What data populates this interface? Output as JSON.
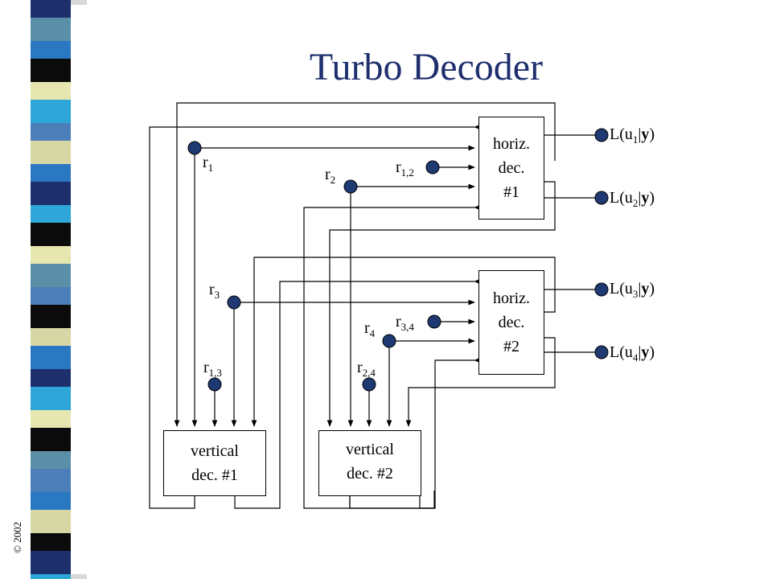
{
  "title": "Turbo Decoder",
  "copyright": "© 2002",
  "colors": {
    "node_fill": "#1f3a73",
    "title": "#1f2f6e",
    "stripe": [
      "#1e2f6e",
      "#5b8fa8",
      "#2b78c2",
      "#0b0b0b",
      "#e6e6b0",
      "#2fa6d8",
      "#4c7fb8",
      "#d7d7a6"
    ]
  },
  "inputs": {
    "r1": {
      "base": "r",
      "sub": "1"
    },
    "r2": {
      "base": "r",
      "sub": "2"
    },
    "r12": {
      "base": "r",
      "sub": "1,2"
    },
    "r3": {
      "base": "r",
      "sub": "3"
    },
    "r4": {
      "base": "r",
      "sub": "4"
    },
    "r34": {
      "base": "r",
      "sub": "3,4"
    },
    "r13": {
      "base": "r",
      "sub": "1,3"
    },
    "r24": {
      "base": "r",
      "sub": "2,4"
    }
  },
  "decoders": {
    "horiz1": {
      "line1": "horiz.",
      "line2": "dec.",
      "line3": "#1"
    },
    "horiz2": {
      "line1": "horiz.",
      "line2": "dec.",
      "line3": "#2"
    },
    "vert1": {
      "line1": "vertical",
      "line2": "dec. #1"
    },
    "vert2": {
      "line1": "vertical",
      "line2": "dec. #2"
    }
  },
  "outputs": {
    "u1": {
      "pre": "L(u",
      "sub": "1",
      "mid": "|",
      "y": "y",
      "post": ")"
    },
    "u2": {
      "pre": "L(u",
      "sub": "2",
      "mid": "|",
      "y": "y",
      "post": ")"
    },
    "u3": {
      "pre": "L(u",
      "sub": "3",
      "mid": "|",
      "y": "y",
      "post": ")"
    },
    "u4": {
      "pre": "L(u",
      "sub": "4",
      "mid": "|",
      "y": "y",
      "post": ")"
    }
  }
}
